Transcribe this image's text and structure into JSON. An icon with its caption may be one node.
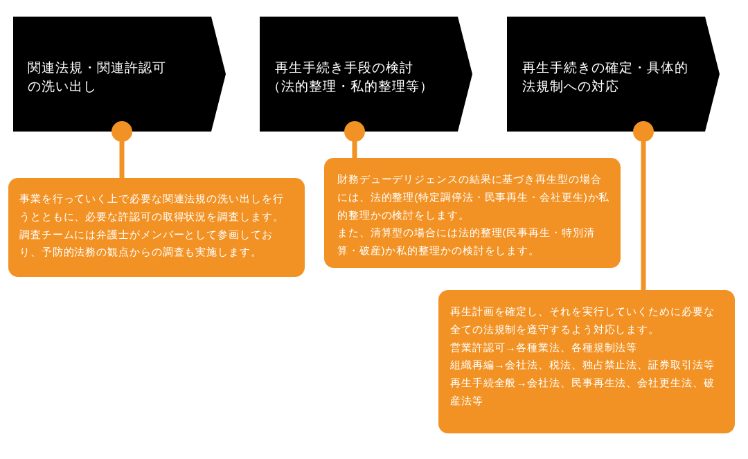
{
  "diagram": {
    "nodes": [
      {
        "text": [
          "関連法規・関連許認可の洗い出し"
        ]
      },
      {
        "text": [
          "再生手続き手段の検討（法的整理・私的整理等）"
        ]
      },
      {
        "text": [
          "再生手続きの確定・具体的法規制への対応"
        ]
      },
      {
        "text": [
          "事業を行っていく上で必要な関連法規の洗い出しを行うとともに、必要な許認可の取得状況を調査します。調査チームには弁護士がメンバーとして参画しており、予防的法務の観点からの調査も実施します。"
        ]
      },
      {
        "text": [
          "財務デューデリジェンスの結果に基づき再生型の場合には、法的整理(特定調停法・民事再生・会社更生)か私的整理かの検討をします。",
          "また、清算型の場合には法的整理(民事再生・特別清算・破産)か私的整理かの検討をします。"
        ]
      },
      {
        "text": [
          "再生計画を確定し、それを実行していくために必要な全ての法規制を遵守するよう対応します。",
          "営業許認可→各種業法、各種規制法等",
          "組織再編→会社法、税法、独占禁止法、証券取引法等",
          "再生手続全般→会社法、民事再生法、会社更生法、破産法等"
        ]
      }
    ],
    "edges": [
      {
        "from": 0,
        "to": 3,
        "arrow": "other"
      },
      {
        "from": 1,
        "to": 4,
        "arrow": "other"
      },
      {
        "from": 2,
        "to": 5,
        "arrow": "other"
      }
    ]
  }
}
